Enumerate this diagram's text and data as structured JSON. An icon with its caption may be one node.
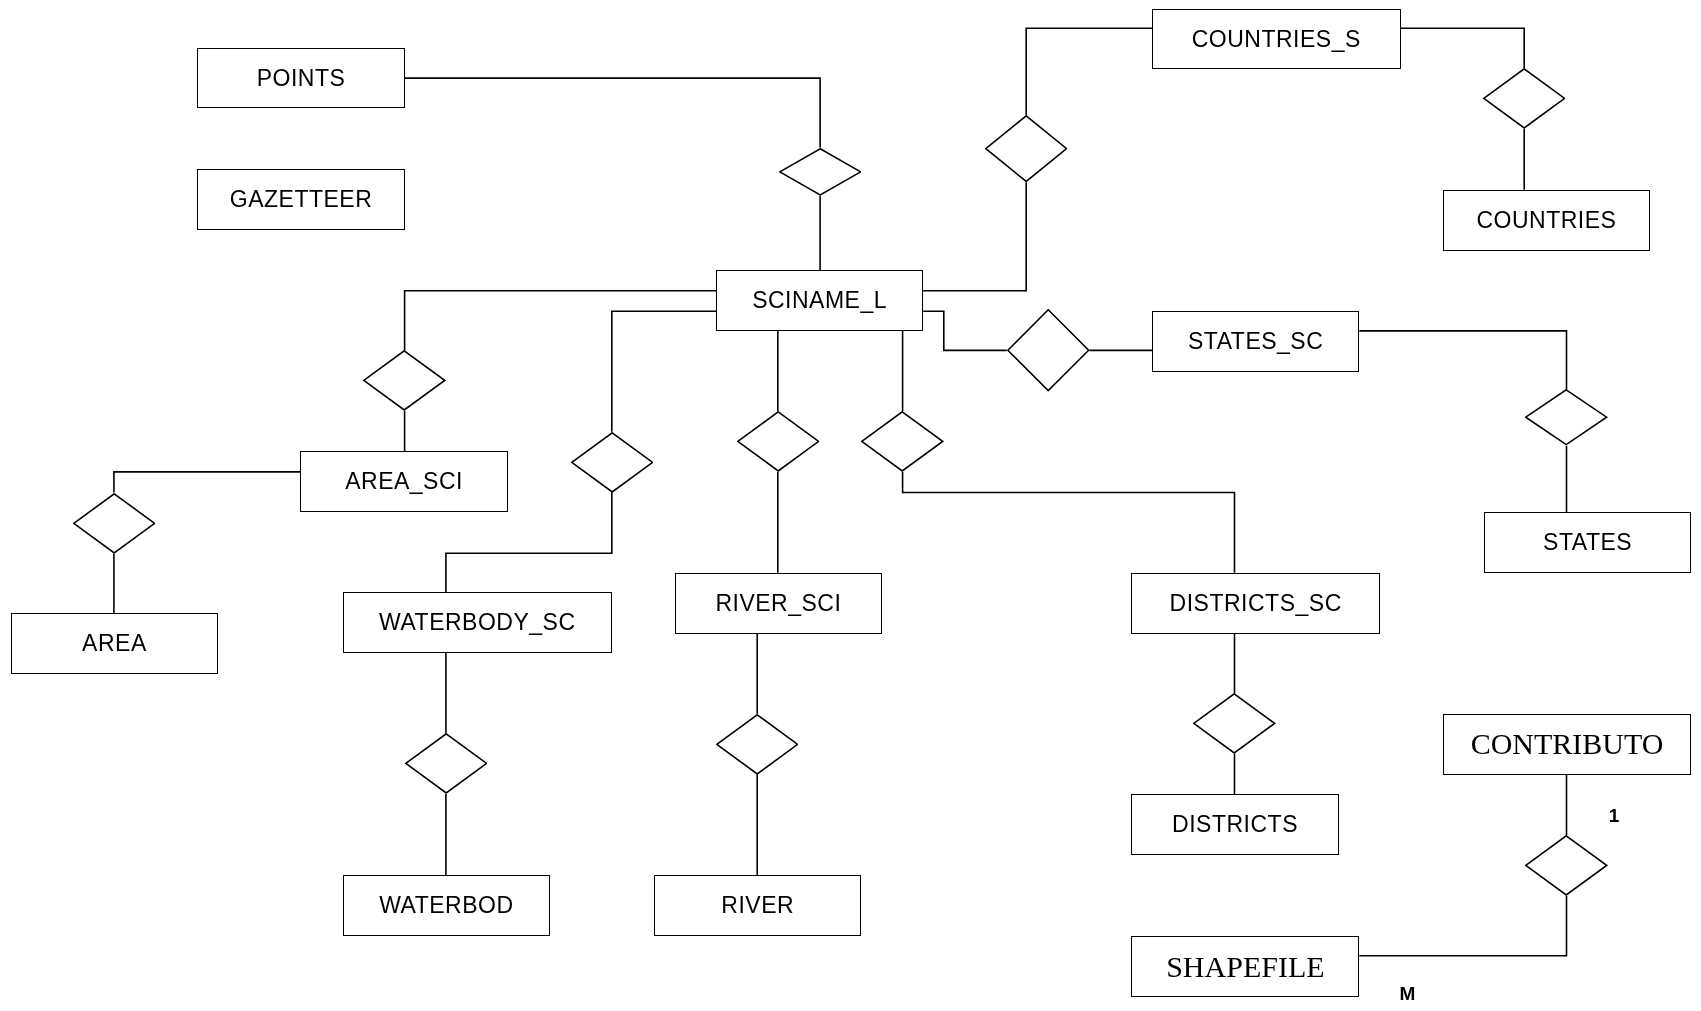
{
  "diagram": {
    "nodes": [
      {
        "text": [
          "POINTS"
        ]
      },
      {
        "text": [
          "GAZETTEER"
        ]
      },
      {
        "text": [
          "COUNTRIES_S"
        ]
      },
      {
        "text": [
          "COUNTRIES"
        ]
      },
      {
        "text": [
          "SCINAME_L"
        ]
      },
      {
        "text": [
          "STATES_SC"
        ]
      },
      {
        "text": [
          "AREA_SCI"
        ]
      },
      {
        "text": [
          "STATES"
        ]
      },
      {
        "text": [
          "AREA"
        ]
      },
      {
        "text": [
          "WATERBODY_SC"
        ]
      },
      {
        "text": [
          "RIVER_SCI"
        ]
      },
      {
        "text": [
          "DISTRICTS_SC"
        ]
      },
      {
        "text": [
          "CONTRIBUTO"
        ]
      },
      {
        "text": [
          "DISTRICTS"
        ]
      },
      {
        "text": [
          "WATERBOD"
        ]
      },
      {
        "text": [
          "RIVER"
        ]
      },
      {
        "text": [
          "SHAPEFILE"
        ]
      },
      {
        "text": [],
        "shape": "diamond"
      },
      {
        "text": [],
        "shape": "diamond"
      },
      {
        "text": [],
        "shape": "diamond"
      },
      {
        "text": [],
        "shape": "diamond"
      },
      {
        "text": [],
        "shape": "diamond"
      },
      {
        "text": [],
        "shape": "diamond"
      },
      {
        "text": [],
        "shape": "diamond"
      },
      {
        "text": [],
        "shape": "diamond"
      },
      {
        "text": [],
        "shape": "diamond"
      },
      {
        "text": [],
        "shape": "diamond"
      },
      {
        "text": [],
        "shape": "diamond"
      },
      {
        "text": [],
        "shape": "diamond"
      },
      {
        "text": [],
        "shape": "diamond"
      },
      {
        "text": [],
        "shape": "diamond"
      }
    ],
    "edges": [
      {
        "from": 0,
        "to": 17,
        "arrow": "none"
      },
      {
        "from": 17,
        "to": 4,
        "arrow": "none"
      },
      {
        "from": 4,
        "to": 18,
        "arrow": "none"
      },
      {
        "from": 18,
        "to": 2,
        "arrow": "none"
      },
      {
        "from": 2,
        "to": 19,
        "arrow": "none"
      },
      {
        "from": 19,
        "to": 3,
        "arrow": "none"
      },
      {
        "from": 4,
        "to": 20,
        "arrow": "none"
      },
      {
        "from": 20,
        "to": 5,
        "arrow": "none"
      },
      {
        "from": 5,
        "to": 22,
        "arrow": "none"
      },
      {
        "from": 22,
        "to": 7,
        "arrow": "none"
      },
      {
        "from": 4,
        "to": 21,
        "arrow": "none"
      },
      {
        "from": 21,
        "to": 6,
        "arrow": "none"
      },
      {
        "from": 6,
        "to": 26,
        "arrow": "none"
      },
      {
        "from": 26,
        "to": 8,
        "arrow": "none"
      },
      {
        "from": 4,
        "to": 23,
        "arrow": "none"
      },
      {
        "from": 23,
        "to": 9,
        "arrow": "none"
      },
      {
        "from": 4,
        "to": 24,
        "arrow": "none"
      },
      {
        "from": 24,
        "to": 10,
        "arrow": "none"
      },
      {
        "from": 4,
        "to": 25,
        "arrow": "none"
      },
      {
        "from": 25,
        "to": 11,
        "arrow": "none"
      },
      {
        "from": 9,
        "to": 27,
        "arrow": "none"
      },
      {
        "from": 27,
        "to": 14,
        "arrow": "none"
      },
      {
        "from": 10,
        "to": 28,
        "arrow": "none"
      },
      {
        "from": 28,
        "to": 15,
        "arrow": "none"
      },
      {
        "from": 11,
        "to": 29,
        "arrow": "none"
      },
      {
        "from": 29,
        "to": 13,
        "arrow": "none"
      },
      {
        "from": 12,
        "to": 30,
        "arrow": "none"
      },
      {
        "from": 30,
        "to": 16,
        "arrow": "none"
      }
    ],
    "labels": [
      "1",
      "M"
    ]
  }
}
